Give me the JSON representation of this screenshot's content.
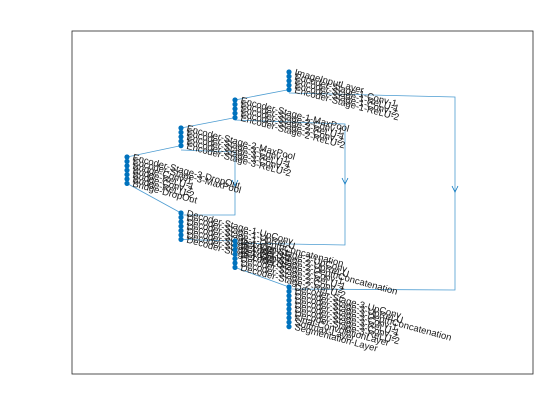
{
  "figure": {
    "node_color": "#0072bd",
    "edge_color": "#0072bd",
    "background": "#ffffff",
    "axis_color": "#262626"
  },
  "graph": {
    "type": "layered-graph-plot",
    "nodes": [
      "ImageInputLayer",
      "Encoder-Stage-1-Conv-1",
      "Encoder-Stage-1-ReLU-1",
      "Encoder-Stage-1-Conv-2",
      "Encoder-Stage-1-ReLU-2",
      "Encoder-Stage-1-MaxPool",
      "Encoder-Stage-2-Conv-1",
      "Encoder-Stage-2-ReLU-1",
      "Encoder-Stage-2-Conv-2",
      "Encoder-Stage-2-ReLU-2",
      "Encoder-Stage-2-MaxPool",
      "Encoder-Stage-3-Conv-1",
      "Encoder-Stage-3-ReLU-1",
      "Encoder-Stage-3-Conv-2",
      "Encoder-Stage-3-ReLU-2",
      "Encoder-Stage-3-DropOut",
      "Encoder-Stage-3-MaxPool",
      "Bridge-Conv-1",
      "Bridge-ReLU-1",
      "Bridge-Conv-2",
      "Bridge-ReLU-2",
      "Bridge-DropOut",
      "Decoder-Stage-1-UpConv",
      "Decoder-Stage-1-UpReLU",
      "Decoder-Stage-1-DepthConcatenation",
      "Decoder-Stage-1-Conv-1",
      "Decoder-Stage-1-ReLU-1",
      "Decoder-Stage-1-Conv-2",
      "Decoder-Stage-1-ReLU-2",
      "Decoder-Stage-2-UpConv",
      "Decoder-Stage-2-UpReLU",
      "Decoder-Stage-2-DepthConcatenation",
      "Decoder-Stage-2-Conv-1",
      "Decoder-Stage-2-ReLU-1",
      "Decoder-Stage-2-Conv-2",
      "Decoder-Stage-2-ReLU-2",
      "Decoder-Stage-3-UpConv",
      "Decoder-Stage-3-UpReLU",
      "Decoder-Stage-3-DepthConcatenation",
      "Decoder-Stage-3-Conv-1",
      "Decoder-Stage-3-ReLU-1",
      "Decoder-Stage-3-Conv-2",
      "Decoder-Stage-3-ReLU-2",
      "Final-ConvolutionLayer",
      "Softmax-Layer",
      "Segmentation-Layer"
    ],
    "skip_connections": [
      [
        "Encoder-Stage-1-ReLU-2",
        "Decoder-Stage-3-DepthConcatenation"
      ],
      [
        "Encoder-Stage-2-ReLU-2",
        "Decoder-Stage-2-DepthConcatenation"
      ],
      [
        "Encoder-Stage-3-DropOut",
        "Decoder-Stage-1-DepthConcatenation"
      ]
    ]
  }
}
